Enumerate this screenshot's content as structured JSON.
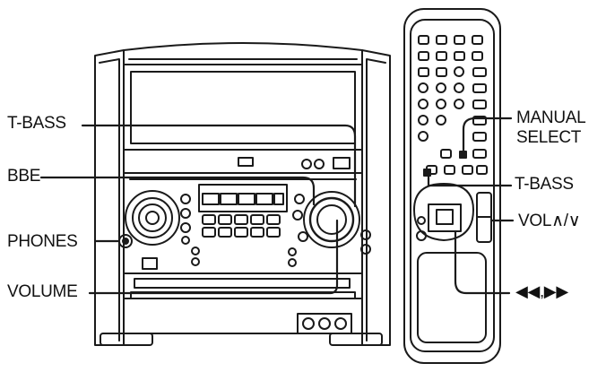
{
  "labels": {
    "t_bass_main": "T-BASS",
    "bbe": "BBE",
    "phones": "PHONES",
    "volume": "VOLUME",
    "manual": "MANUAL",
    "select": "SELECT",
    "t_bass_remote": "T-BASS",
    "vol": "VOL∧/∨",
    "skip": "◀◀,▶▶"
  }
}
